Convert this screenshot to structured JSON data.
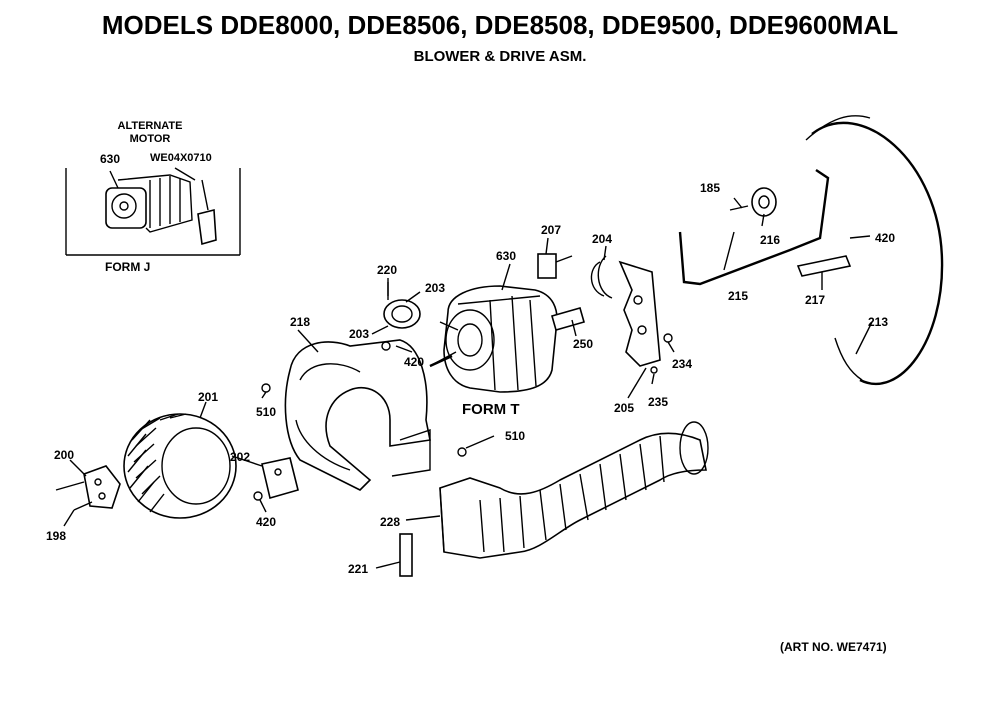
{
  "header": {
    "title": "MODELS DDE8000, DDE8506, DDE8508, DDE9500, DDE9600MAL",
    "subtitle": "BLOWER & DRIVE ASM."
  },
  "inset": {
    "heading_line1": "ALTERNATE",
    "heading_line2": "MOTOR",
    "motor_label": "630",
    "part_number": "WE04X0710",
    "form_label": "FORM J"
  },
  "form_t_label": "FORM T",
  "part_labels": {
    "p185": "185",
    "p216": "216",
    "p420a": "420",
    "p207": "207",
    "p204": "204",
    "p630": "630",
    "p220": "220",
    "p203a": "203",
    "p203b": "203",
    "p218": "218",
    "p250": "250",
    "p420b": "420",
    "p215": "215",
    "p217": "217",
    "p213": "213",
    "p234": "234",
    "p205": "205",
    "p235": "235",
    "p201": "201",
    "p510a": "510",
    "p510b": "510",
    "p200": "200",
    "p202": "202",
    "p198": "198",
    "p420c": "420",
    "p228": "228",
    "p221": "221"
  },
  "art_number": "(ART NO. WE7471)"
}
